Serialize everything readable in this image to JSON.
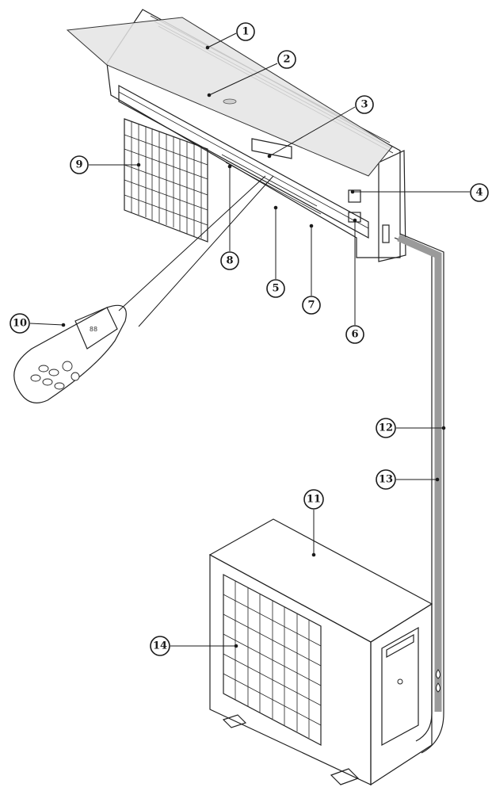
{
  "callouts": [
    {
      "id": "c1",
      "label": "1"
    },
    {
      "id": "c2",
      "label": "2"
    },
    {
      "id": "c3",
      "label": "3"
    },
    {
      "id": "c4",
      "label": "4"
    },
    {
      "id": "c5",
      "label": "5"
    },
    {
      "id": "c6",
      "label": "6"
    },
    {
      "id": "c7",
      "label": "7"
    },
    {
      "id": "c8",
      "label": "8"
    },
    {
      "id": "c9",
      "label": "9"
    },
    {
      "id": "c10",
      "label": "10"
    },
    {
      "id": "c11",
      "label": "11"
    },
    {
      "id": "c12",
      "label": "12"
    },
    {
      "id": "c13",
      "label": "13"
    },
    {
      "id": "c14",
      "label": "14"
    }
  ],
  "remote": {
    "display": "88"
  }
}
